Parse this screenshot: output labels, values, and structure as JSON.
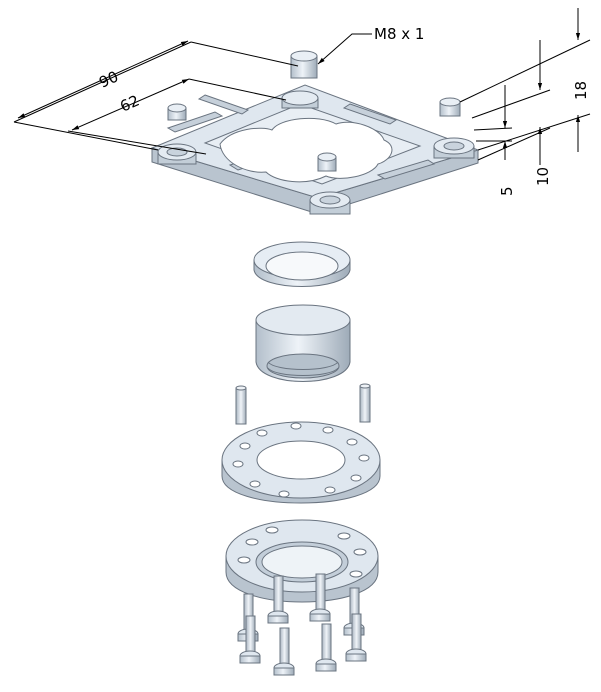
{
  "thread_label": "M8 x 1",
  "dimensions": {
    "outer_width": "90",
    "inner_width": "62",
    "overall_height": "18",
    "flange_height": "10",
    "nut_height": "5"
  },
  "colors": {
    "part_fill": "#dfe7ef",
    "part_shade": "#b9c4cf",
    "part_dark": "#8c98a5",
    "outline": "#5f6a76",
    "dimension": "#000000"
  }
}
